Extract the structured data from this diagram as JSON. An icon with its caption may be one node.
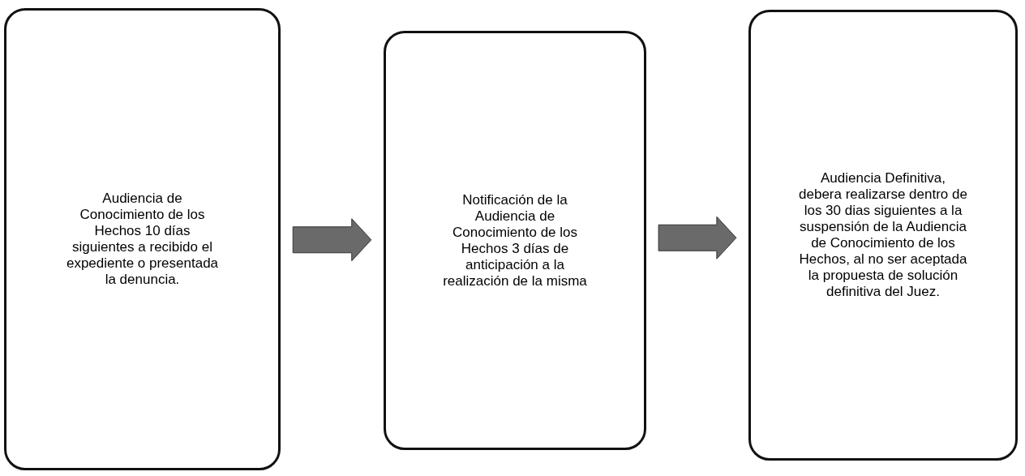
{
  "diagram": {
    "nodes": [
      {
        "text": [
          "Audiencia de Conocimiento de los Hechos 10 días siguientes a recibido el expediente o presentada la denuncia."
        ]
      },
      {
        "text": [
          "Notificación de la Audiencia de Conocimiento de los Hechos 3 días de anticipación a la realización de la misma"
        ]
      },
      {
        "text": [
          "Audiencia Definitiva, debera realizarse dentro de los 30 dias siguientes a la suspensión de la Audiencia de Conocimiento de los Hechos, al no ser aceptada la propuesta de solución definitiva del Juez."
        ]
      }
    ],
    "edges": [
      {
        "from": 0,
        "to": 1,
        "arrow": "to"
      },
      {
        "from": 1,
        "to": 2,
        "arrow": "to"
      }
    ]
  }
}
